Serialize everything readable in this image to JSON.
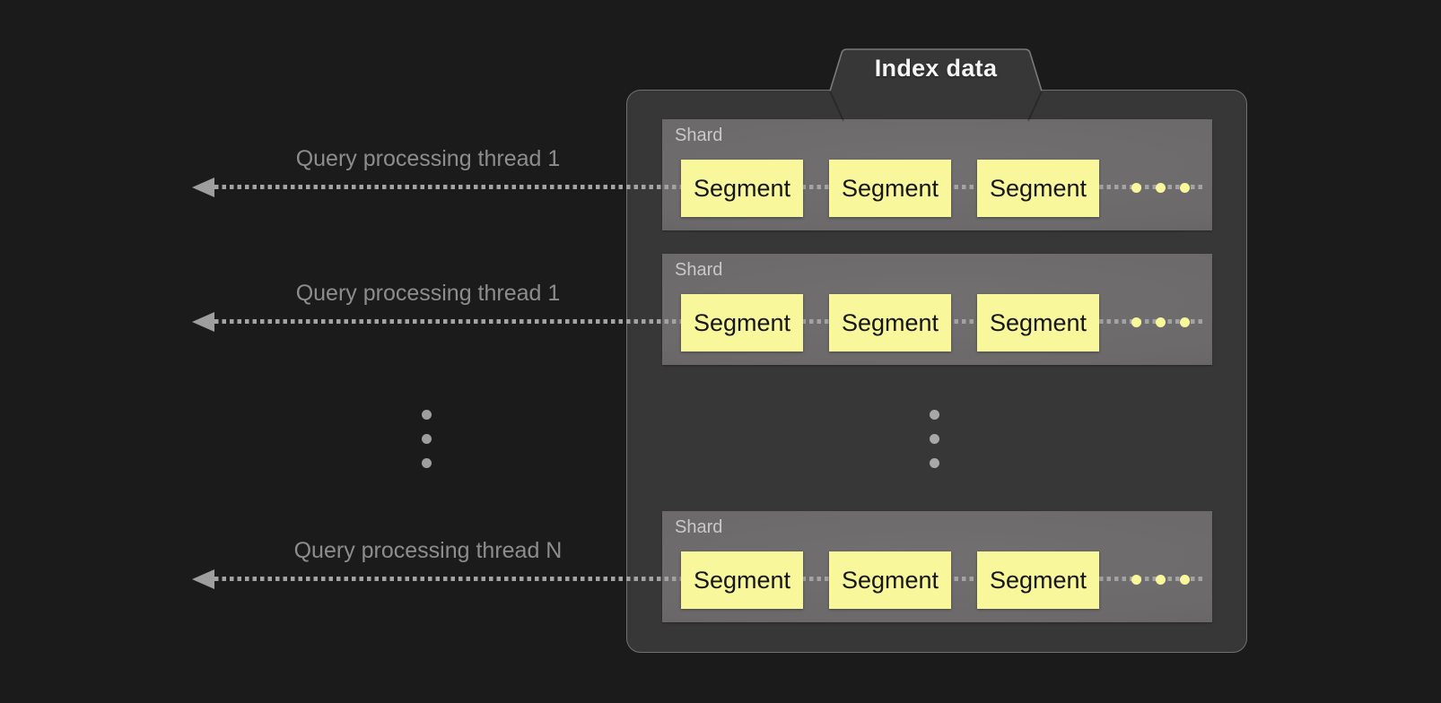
{
  "tab": {
    "label": "Index data"
  },
  "arrows": [
    {
      "label": "Query processing thread 1"
    },
    {
      "label": "Query processing thread 1"
    },
    {
      "label": "Query processing thread N"
    }
  ],
  "shards": [
    {
      "label": "Shard",
      "segments": [
        {
          "label": "Segment"
        },
        {
          "label": "Segment"
        },
        {
          "label": "Segment"
        }
      ],
      "more_segments_ellipsis": "horizontal-yellow-dots"
    },
    {
      "label": "Shard",
      "segments": [
        {
          "label": "Segment"
        },
        {
          "label": "Segment"
        },
        {
          "label": "Segment"
        }
      ],
      "more_segments_ellipsis": "horizontal-yellow-dots"
    },
    {
      "label": "Shard",
      "segments": [
        {
          "label": "Segment"
        },
        {
          "label": "Segment"
        },
        {
          "label": "Segment"
        }
      ],
      "more_segments_ellipsis": "horizontal-yellow-dots"
    }
  ],
  "ellipsis": {
    "left_more_threads": "vertical-ellipsis-dots",
    "center_more_shards": "vertical-ellipsis-dots"
  },
  "colors": {
    "canvas-bg": "#1c1b1b",
    "container-bg": "#383737",
    "container-border": "#707070",
    "tab-text": "#f5f5f5",
    "shard-label": "#c9c9c9",
    "segment-yellow": "#f8f79b",
    "segment-text": "#161616",
    "arrow": "#a3a3a3",
    "arrow-head": "#9e9e9e",
    "arrow-label": "#8d8d8d",
    "dots-gray": "#9e9e9e",
    "dots-gray-light": "#a8a8a8"
  }
}
